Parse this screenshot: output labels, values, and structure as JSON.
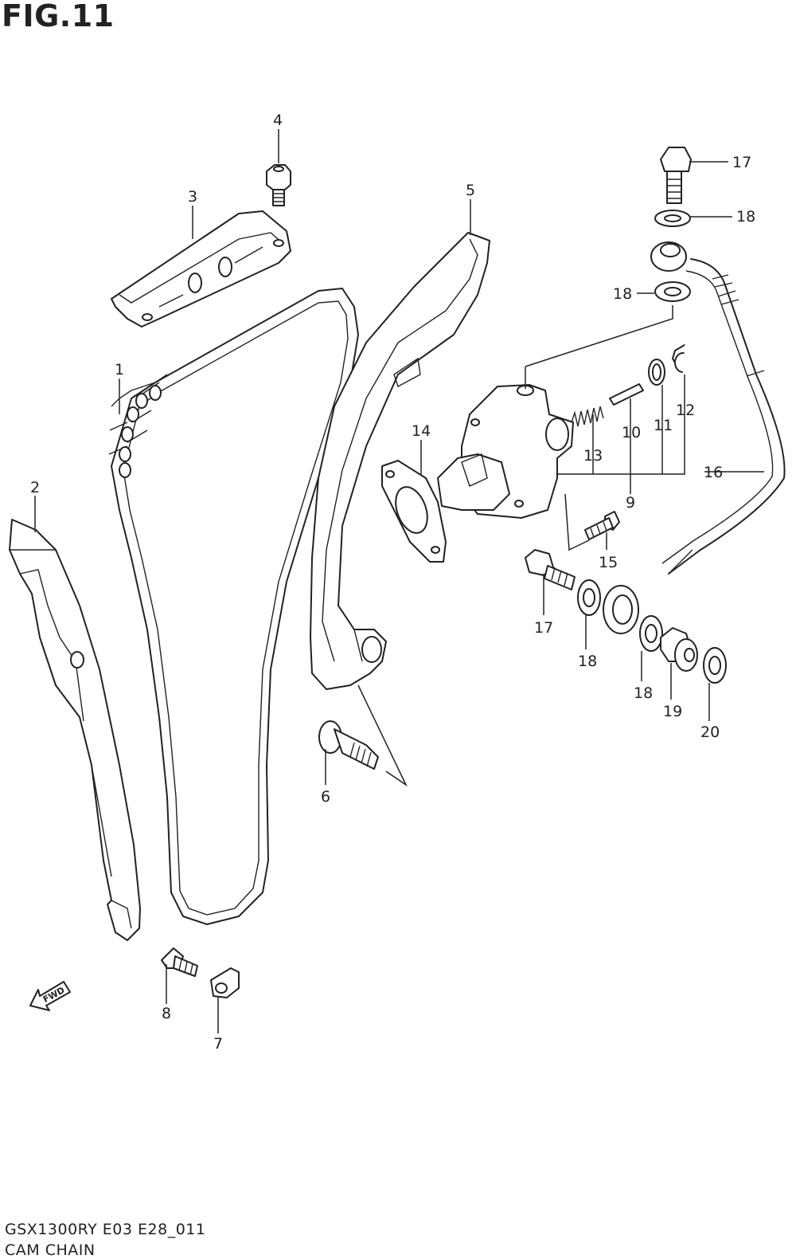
{
  "figure": {
    "title": "FIG.11",
    "model_code": "GSX1300RY  E03  E28_011",
    "name": "CAM CHAIN"
  },
  "direction_marker": {
    "text": "FWD",
    "icon": "arrow-left-icon"
  },
  "callouts": [
    {
      "id": "c1",
      "label": "1"
    },
    {
      "id": "c2",
      "label": "2"
    },
    {
      "id": "c3",
      "label": "3"
    },
    {
      "id": "c4",
      "label": "4"
    },
    {
      "id": "c5",
      "label": "5"
    },
    {
      "id": "c6",
      "label": "6"
    },
    {
      "id": "c7",
      "label": "7"
    },
    {
      "id": "c8",
      "label": "8"
    },
    {
      "id": "c9",
      "label": "9"
    },
    {
      "id": "c10",
      "label": "10"
    },
    {
      "id": "c11",
      "label": "11"
    },
    {
      "id": "c12",
      "label": "12"
    },
    {
      "id": "c13",
      "label": "13"
    },
    {
      "id": "c14",
      "label": "14"
    },
    {
      "id": "c15",
      "label": "15"
    },
    {
      "id": "c16",
      "label": "16"
    },
    {
      "id": "c17a",
      "label": "17"
    },
    {
      "id": "c17b",
      "label": "17"
    },
    {
      "id": "c18a",
      "label": "18"
    },
    {
      "id": "c18b",
      "label": "18"
    },
    {
      "id": "c18c",
      "label": "18"
    },
    {
      "id": "c18d",
      "label": "18"
    },
    {
      "id": "c19",
      "label": "19"
    },
    {
      "id": "c20",
      "label": "20"
    }
  ]
}
